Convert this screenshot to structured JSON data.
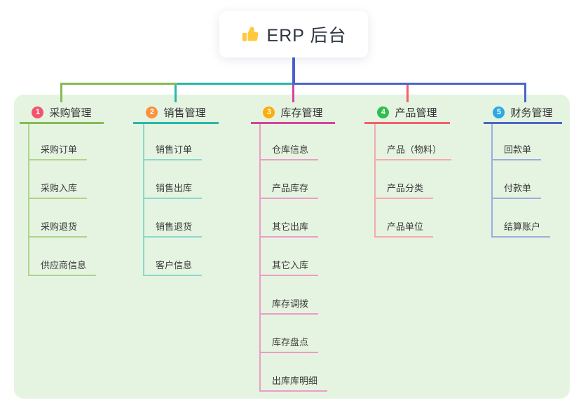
{
  "root": {
    "title": "ERP 后台",
    "icon": "thumbs-up-icon",
    "icon_color": "#FFC83D"
  },
  "colors": {
    "panel_bg": "#E5F4E1",
    "root_line": "#4A5FD1",
    "text": "#333333",
    "card_bg": "#FFFFFF"
  },
  "branches": [
    {
      "index": "1",
      "title": "采购管理",
      "badge_color": "#F3536E",
      "line_color": "#86BB55",
      "child_line_color": "#AFD48C",
      "children": [
        "采购订单",
        "采购入库",
        "采购退货",
        "供应商信息"
      ]
    },
    {
      "index": "2",
      "title": "销售管理",
      "badge_color": "#F9923F",
      "line_color": "#27B8A8",
      "child_line_color": "#8BD7CC",
      "children": [
        "销售订单",
        "销售出库",
        "销售退货",
        "客户信息"
      ]
    },
    {
      "index": "3",
      "title": "库存管理",
      "badge_color": "#FBAD0A",
      "line_color": "#D6439B",
      "child_line_color": "#EC9CC8",
      "children": [
        "仓库信息",
        "产品库存",
        "其它出库",
        "其它入库",
        "库存调拨",
        "库存盘点",
        "出库库明细"
      ]
    },
    {
      "index": "4",
      "title": "产品管理",
      "badge_color": "#2FBE51",
      "line_color": "#F4606A",
      "child_line_color": "#F8A8AC",
      "children": [
        "产品（物料）",
        "产品分类",
        "产品单位"
      ]
    },
    {
      "index": "5",
      "title": "财务管理",
      "badge_color": "#2BA9E1",
      "line_color": "#4A66C8",
      "child_line_color": "#9CACDE",
      "children": [
        "回款单",
        "付款单",
        "结算账户"
      ]
    }
  ]
}
